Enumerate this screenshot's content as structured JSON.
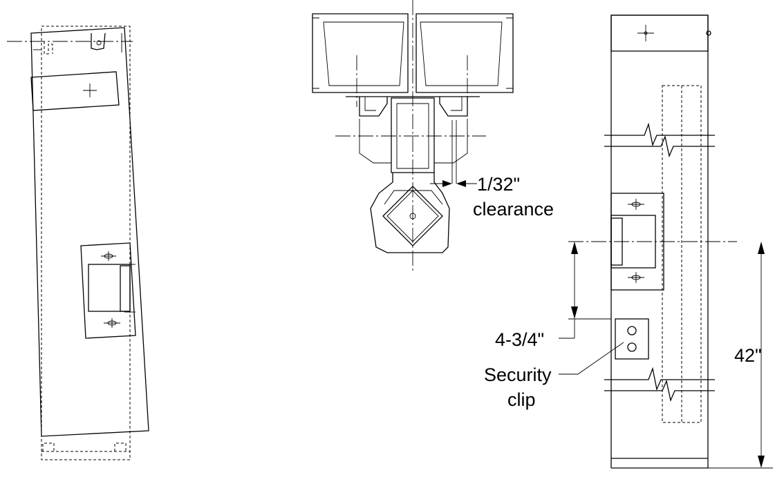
{
  "labels": {
    "clearance_value": "1/32\"",
    "clearance_word": "clearance",
    "clip_offset": "4-3/4\"",
    "clip_name_line1": "Security",
    "clip_name_line2": "clip",
    "height": "42\""
  }
}
